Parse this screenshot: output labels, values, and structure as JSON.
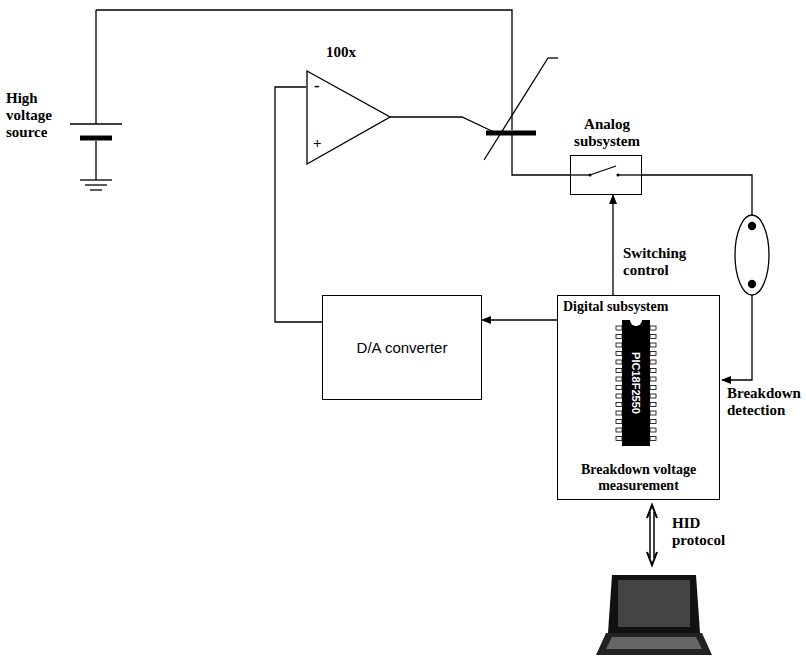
{
  "diagram": {
    "nodes": [
      {
        "text": [
          "Analog subsystem"
        ]
      },
      {
        "text": [
          "D/A converter"
        ]
      },
      {
        "text": [
          "Digital subsystem",
          "Breakdown voltage measurement"
        ]
      },
      {
        "text": [
          "PIC18F2550"
        ],
        "in": 2
      },
      {
        "text": [
          "100x",
          "-",
          "+"
        ]
      }
    ],
    "edges": [
      {
        "from": 2,
        "to": 1,
        "arrow": "to"
      },
      {
        "from": 2,
        "to": 0,
        "arrow": "to",
        "label": "Switching control"
      },
      {
        "from": 1,
        "to": 4,
        "arrow": "none"
      }
    ],
    "labels": [
      "High voltage source",
      "Breakdown detection",
      "HID protocol"
    ]
  }
}
